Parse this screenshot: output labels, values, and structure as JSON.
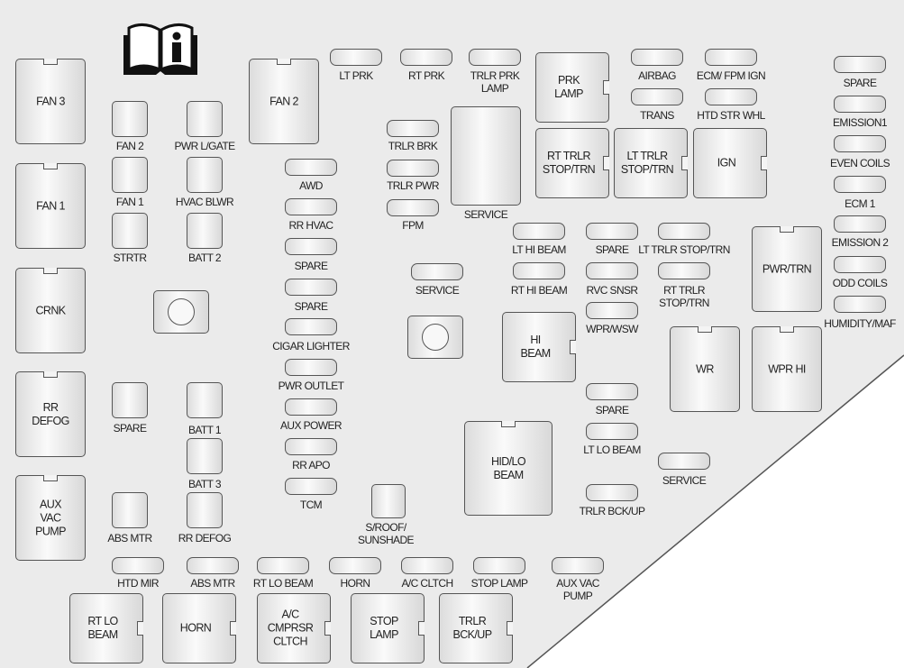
{
  "relays": {
    "fan3": "FAN 3",
    "fan1": "FAN 1",
    "crnk": "CRNK",
    "rr_defog": "RR\nDEFOG",
    "aux_vac_pump": "AUX\nVAC\nPUMP",
    "fan2": "FAN 2",
    "service_tall": "SERVICE",
    "prk_lamp": "PRK\nLAMP",
    "rt_trlr_stop_trn": "RT TRLR\nSTOP/TRN",
    "lt_trlr_stop_trn": "LT TRLR\nSTOP/TRN",
    "ign": "IGN",
    "pwr_trn": "PWR/TRN",
    "wr": "WR",
    "wpr_hi": "WPR HI",
    "hi_beam": "HI\nBEAM",
    "hid_lo_beam": "HID/LO\nBEAM",
    "rt_lo_beam": "RT LO\nBEAM",
    "horn": "HORN",
    "ac_cmprsr_cltch": "A/C\nCMPRSR\nCLTCH",
    "stop_lamp": "STOP\nLAMP",
    "trlr_bck_up": "TRLR\nBCK/UP"
  },
  "mini_fuses": {
    "fan2": "FAN 2",
    "pwr_lgate": "PWR L/GATE",
    "fan1": "FAN 1",
    "hvac_blwr": "HVAC BLWR",
    "strtr": "STRTR",
    "batt2": "BATT 2",
    "spare": "SPARE",
    "batt1": "BATT 1",
    "batt3": "BATT 3",
    "abs_mtr": "ABS MTR",
    "rr_defog": "RR DEFOG",
    "s_roof": "S/ROOF/\nSUNSHADE"
  },
  "fuses": {
    "lt_prk": "LT PRK",
    "rt_prk": "RT PRK",
    "trlr_prk_lamp": "TRLR PRK\nLAMP",
    "trlr_brk": "TRLR BRK",
    "trlr_pwr": "TRLR PWR",
    "fpm": "FPM",
    "awd": "AWD",
    "rr_hvac": "RR HVAC",
    "spare1": "SPARE",
    "spare2": "SPARE",
    "cigar_lighter": "CIGAR LIGHTER",
    "pwr_outlet": "PWR OUTLET",
    "aux_power": "AUX POWER",
    "rr_apo": "RR APO",
    "tcm": "TCM",
    "service": "SERVICE",
    "airbag": "AIRBAG",
    "trans": "TRANS",
    "ecm_fpm_ign": "ECM/ FPM IGN",
    "htd_str_whl": "HTD STR WHL",
    "r_spare": "SPARE",
    "emission1": "EMISSION1",
    "even_coils": "EVEN COILS",
    "ecm1": "ECM 1",
    "emission2": "EMISSION 2",
    "odd_coils": "ODD COILS",
    "humidity_maf": "HUMIDITY/MAF",
    "lt_hi_beam": "LT HI BEAM",
    "spare3": "SPARE",
    "lt_trlr_stop_trn": "LT TRLR STOP/TRN",
    "rt_hi_beam": "RT HI BEAM",
    "rvc_snsr": "RVC SNSR",
    "rt_trlr_stop_trn": "RT TRLR\nSTOP/TRN",
    "wpr_wsw": "WPR/WSW",
    "spare4": "SPARE",
    "lt_lo_beam": "LT LO BEAM",
    "trlr_bck_up": "TRLR BCK/UP",
    "service2": "SERVICE",
    "htd_mir": "HTD MIR",
    "abs_mtr": "ABS MTR",
    "rt_lo_beam": "RT LO BEAM",
    "horn": "HORN",
    "ac_cltch": "A/C CLTCH",
    "stop_lamp": "STOP LAMP",
    "aux_vac_pump": "AUX VAC\nPUMP"
  },
  "icons": {
    "manual": "owner-manual-info-icon"
  }
}
